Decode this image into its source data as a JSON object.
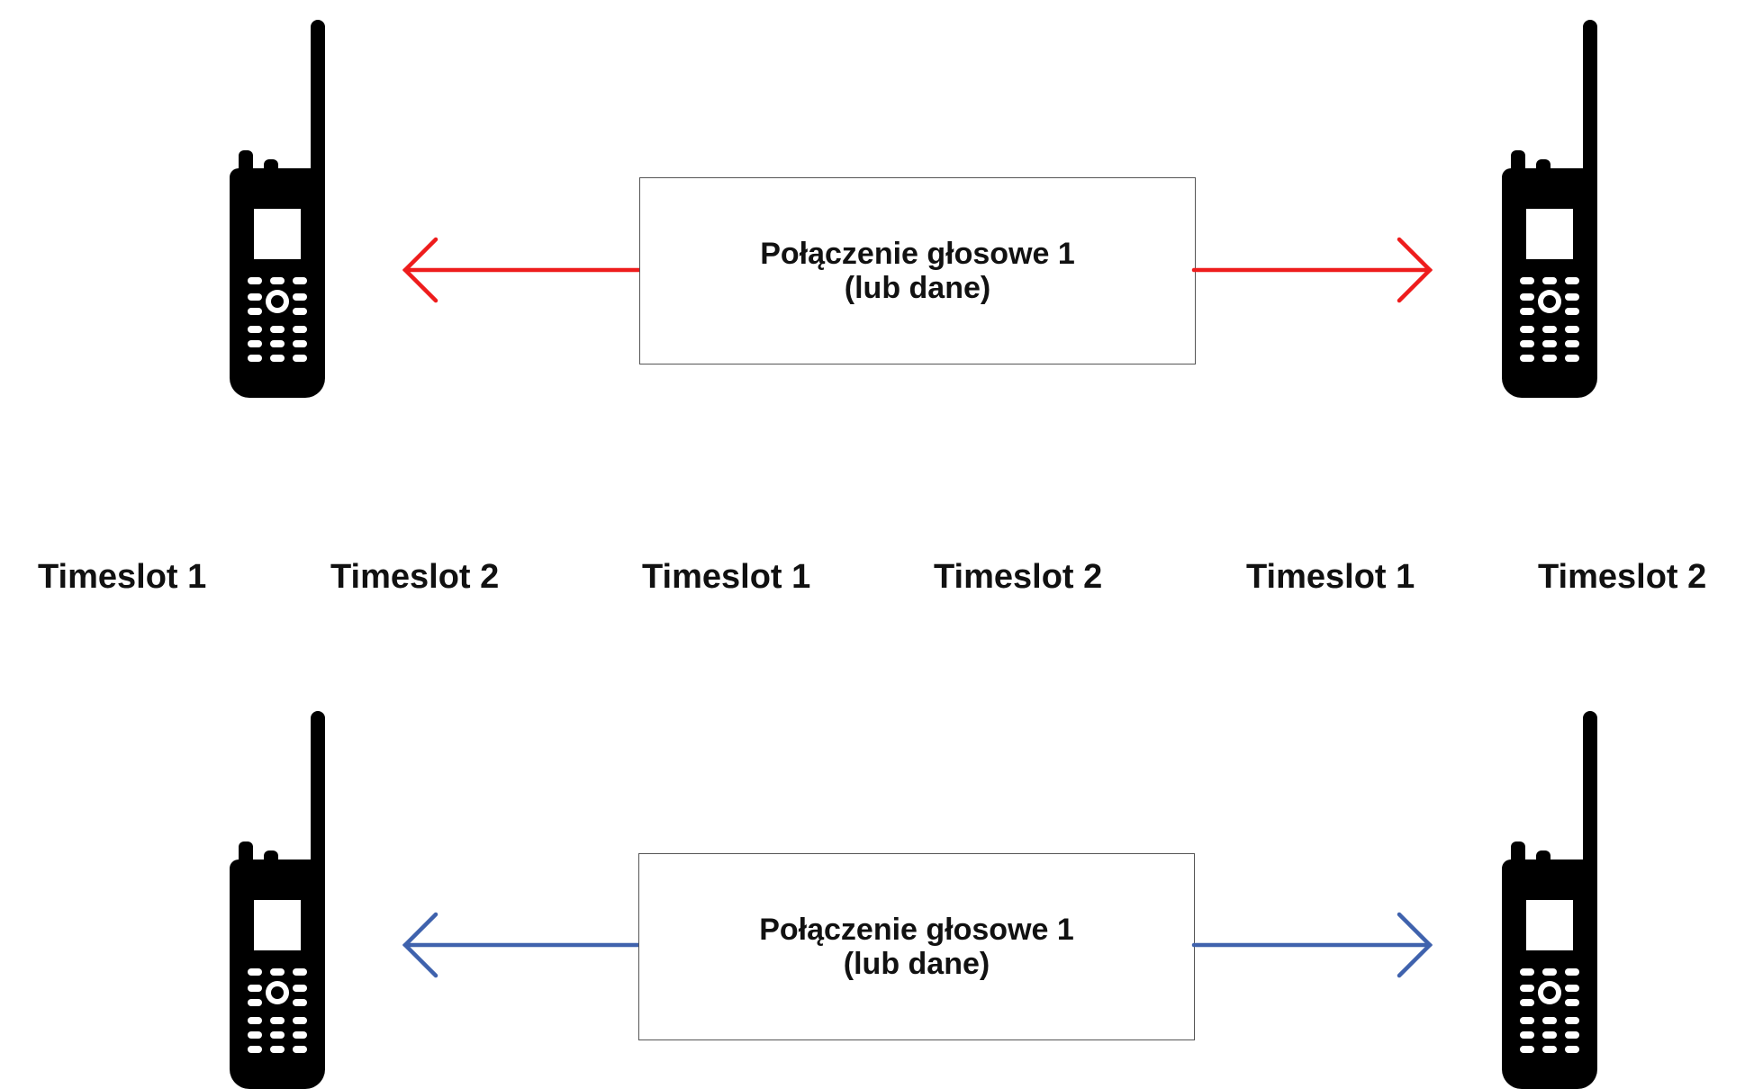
{
  "calls": {
    "top": {
      "line1": "Połączenie głosowe 1",
      "line2": "(lub dane)",
      "arrow_color": "#ee1c1c"
    },
    "bottom": {
      "line1": "Połączenie głosowe 1",
      "line2": "(lub dane)",
      "arrow_color": "#3f62ad"
    }
  },
  "timeslots": [
    "Timeslot 1",
    "Timeslot 2",
    "Timeslot 1",
    "Timeslot 2",
    "Timeslot 1",
    "Timeslot 2"
  ],
  "icons": {
    "radio": "handheld-radio-icon"
  }
}
